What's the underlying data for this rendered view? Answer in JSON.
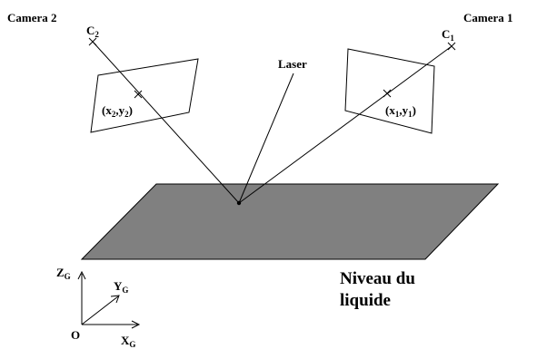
{
  "cameras": {
    "camera2": {
      "title": "Camera 2",
      "center_main": "C",
      "center_sub": "2",
      "image_point_main_a": "(x",
      "image_point_sub_a": "2",
      "image_point_main_b": ",y",
      "image_point_sub_b": "2",
      "image_point_close": ")"
    },
    "camera1": {
      "title": "Camera 1",
      "center_main": "C",
      "center_sub": "1",
      "image_point_main_a": "(x",
      "image_point_sub_a": "1",
      "image_point_main_b": ",y",
      "image_point_sub_b": "1",
      "image_point_close": ")"
    }
  },
  "laser_label": "Laser",
  "plane_label": {
    "line1": "Niveau du",
    "line2": "liquide"
  },
  "plane_color": "#808080",
  "axes": {
    "z_main": "Z",
    "z_sub": "G",
    "y_main": "Y",
    "y_sub": "G",
    "x_main": "X",
    "x_sub": "G",
    "origin": "O"
  }
}
